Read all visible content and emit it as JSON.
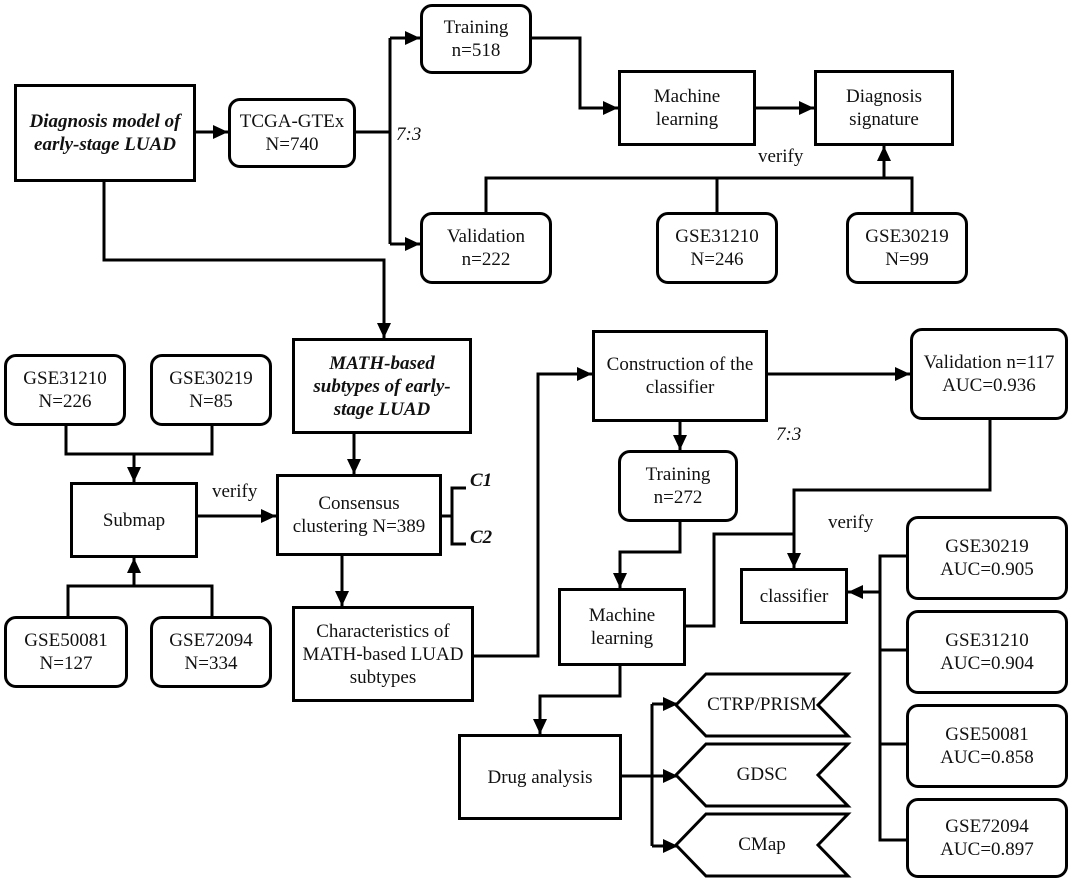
{
  "boxes": {
    "diagnosis_model": [
      "Diagnosis model of",
      "early-stage LUAD"
    ],
    "tcga_gtex": [
      "TCGA-GTEx",
      "N=740"
    ],
    "training_top": [
      "Training",
      "n=518"
    ],
    "validation_top": [
      "Validation",
      "n=222"
    ],
    "machine_learning_top": [
      "Machine",
      "learning"
    ],
    "diagnosis_signature": [
      "Diagnosis",
      "signature"
    ],
    "gse31210_top": [
      "GSE31210",
      "N=246"
    ],
    "gse30219_top": [
      "GSE30219",
      "N=99"
    ],
    "gse31210_left": [
      "GSE31210",
      "N=226"
    ],
    "gse30219_left": [
      "GSE30219",
      "N=85"
    ],
    "math_subtypes": [
      "MATH-based",
      "subtypes of early-",
      "stage LUAD"
    ],
    "submap": [
      "Submap"
    ],
    "consensus": [
      "Consensus",
      "clustering N=389"
    ],
    "gse50081_left": [
      "GSE50081",
      "N=127"
    ],
    "gse72094_left": [
      "GSE72094",
      "N=334"
    ],
    "characteristics": [
      "Characteristics of",
      "MATH-based LUAD",
      "subtypes"
    ],
    "construction": [
      "Construction of the",
      "classifier"
    ],
    "validation_right": [
      "Validation n=117",
      "AUC=0.936"
    ],
    "training_mid": [
      "Training",
      "n=272"
    ],
    "machine_learning_mid": [
      "Machine",
      "learning"
    ],
    "classifier": [
      "classifier"
    ],
    "gse30219_right": [
      "GSE30219",
      "AUC=0.905"
    ],
    "gse31210_right": [
      "GSE31210",
      "AUC=0.904"
    ],
    "gse50081_right": [
      "GSE50081",
      "AUC=0.858"
    ],
    "gse72094_right": [
      "GSE72094",
      "AUC=0.897"
    ],
    "drug_analysis": [
      "Drug analysis"
    ]
  },
  "tags": {
    "ctrp_prism": "CTRP/PRISM",
    "gdsc": "GDSC",
    "cmap": "CMap"
  },
  "labels": {
    "ratio_top": "7:3",
    "ratio_mid": "7:3",
    "verify_top": "verify",
    "verify_left": "verify",
    "verify_right": "verify",
    "c1": "C1",
    "c2": "C2"
  }
}
